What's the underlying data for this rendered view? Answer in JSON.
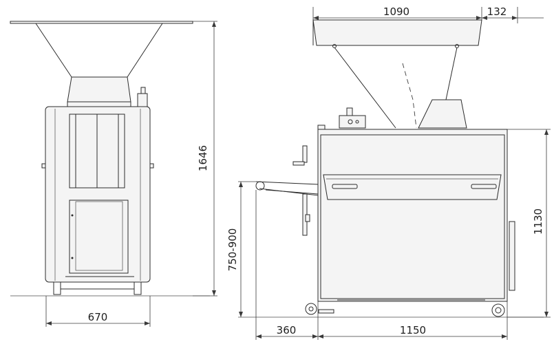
{
  "dimensions": {
    "front_width": "670",
    "front_height": "1646",
    "hopper_width": "1090",
    "hopper_offset": "132",
    "side_height": "1130",
    "table_height": "750-900",
    "table_depth": "360",
    "side_depth": "1150"
  }
}
